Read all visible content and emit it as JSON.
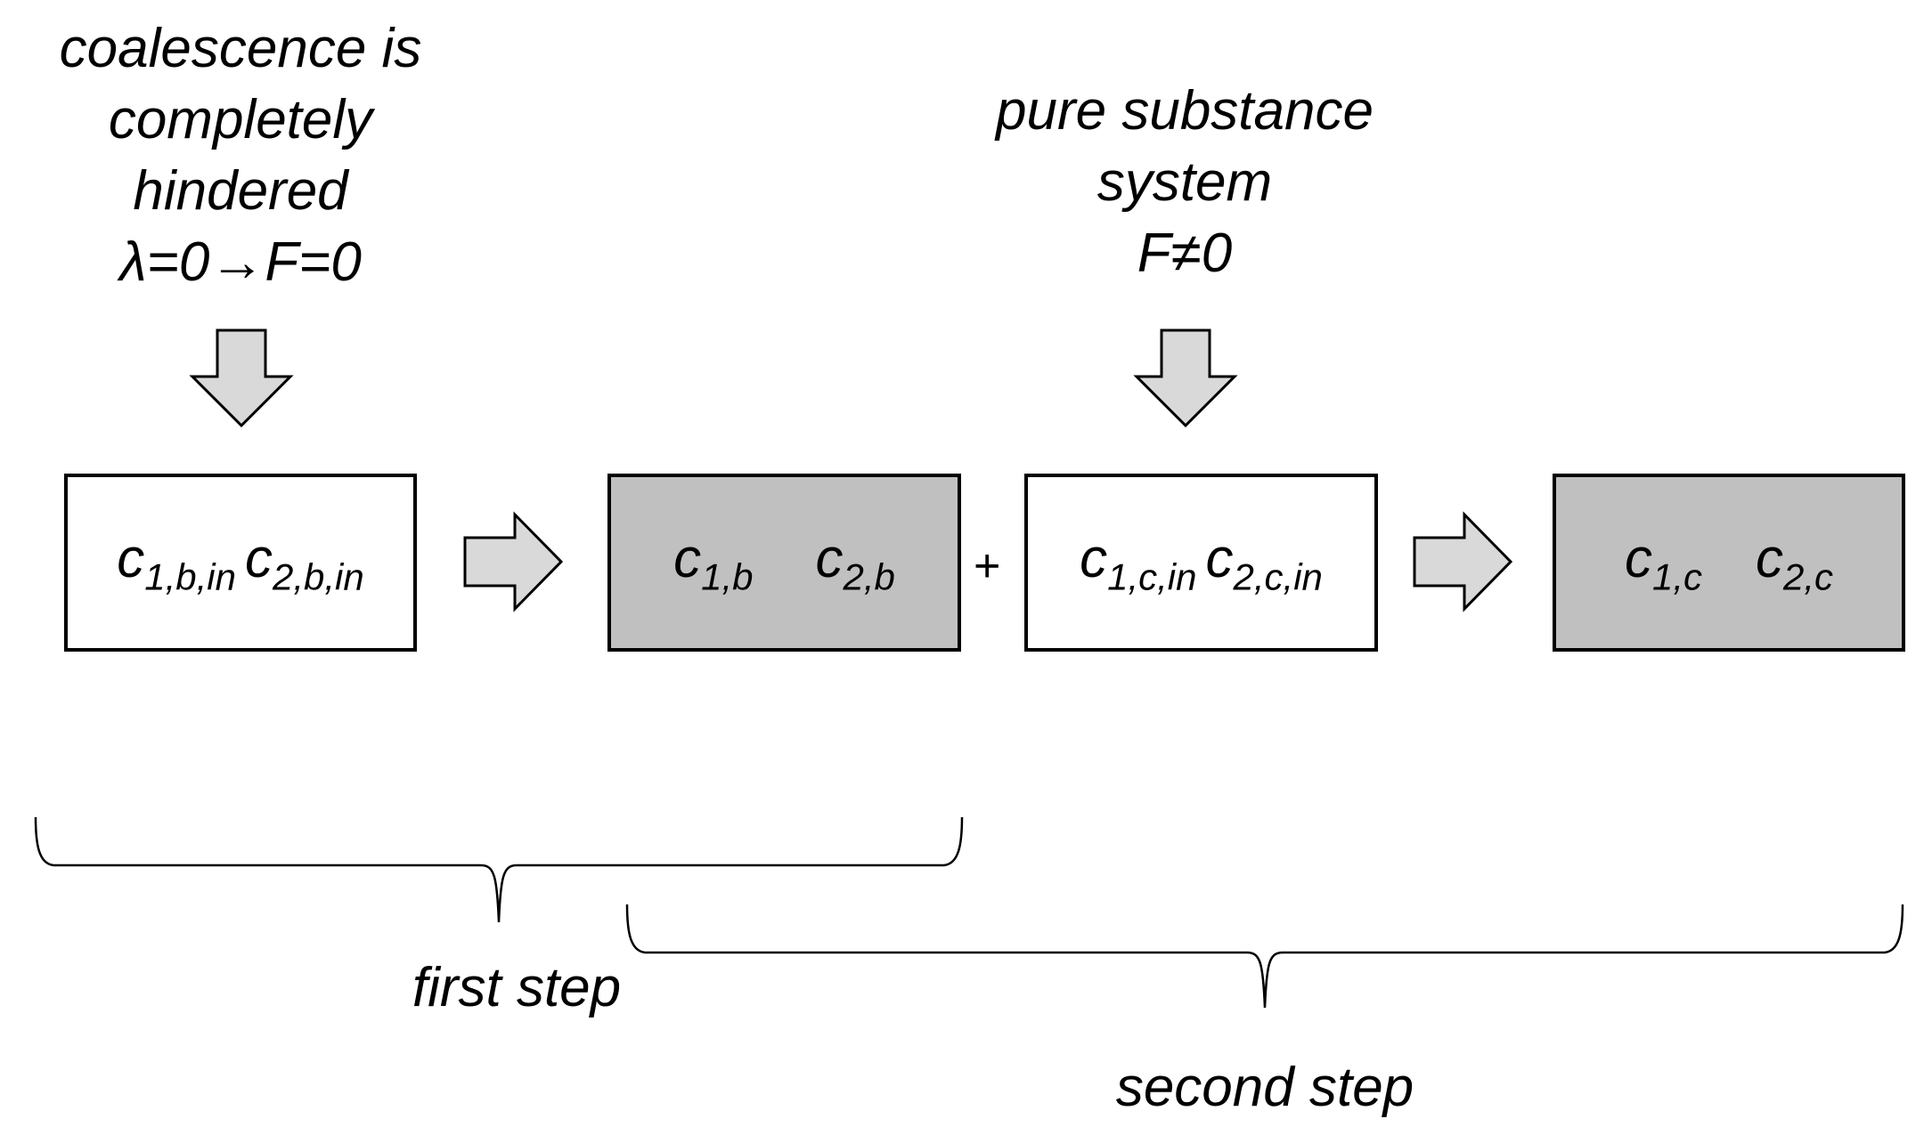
{
  "annotations": {
    "left": [
      "coalescence is",
      "completely",
      "hindered",
      "λ=0→F=0"
    ],
    "right": [
      "pure substance",
      "system",
      "F≠0"
    ]
  },
  "boxes": [
    {
      "shaded": false,
      "vars": [
        [
          "c",
          "1,b,in"
        ],
        [
          "c",
          "2,b,in"
        ]
      ]
    },
    {
      "shaded": true,
      "vars": [
        [
          "c",
          "1,b"
        ],
        [
          "c",
          "2,b"
        ]
      ]
    },
    {
      "shaded": false,
      "vars": [
        [
          "c",
          "1,c,in"
        ],
        [
          "c",
          "2,c,in"
        ]
      ]
    },
    {
      "shaded": true,
      "vars": [
        [
          "c",
          "1,c"
        ],
        [
          "c",
          "2,c"
        ]
      ]
    }
  ],
  "operator_plus": "+",
  "steps": {
    "first": "first step",
    "second": "second step"
  },
  "colors": {
    "stroke": "#000000",
    "arrow_fill": "#d9d9d9",
    "shaded_box": "#c0c0c0"
  }
}
